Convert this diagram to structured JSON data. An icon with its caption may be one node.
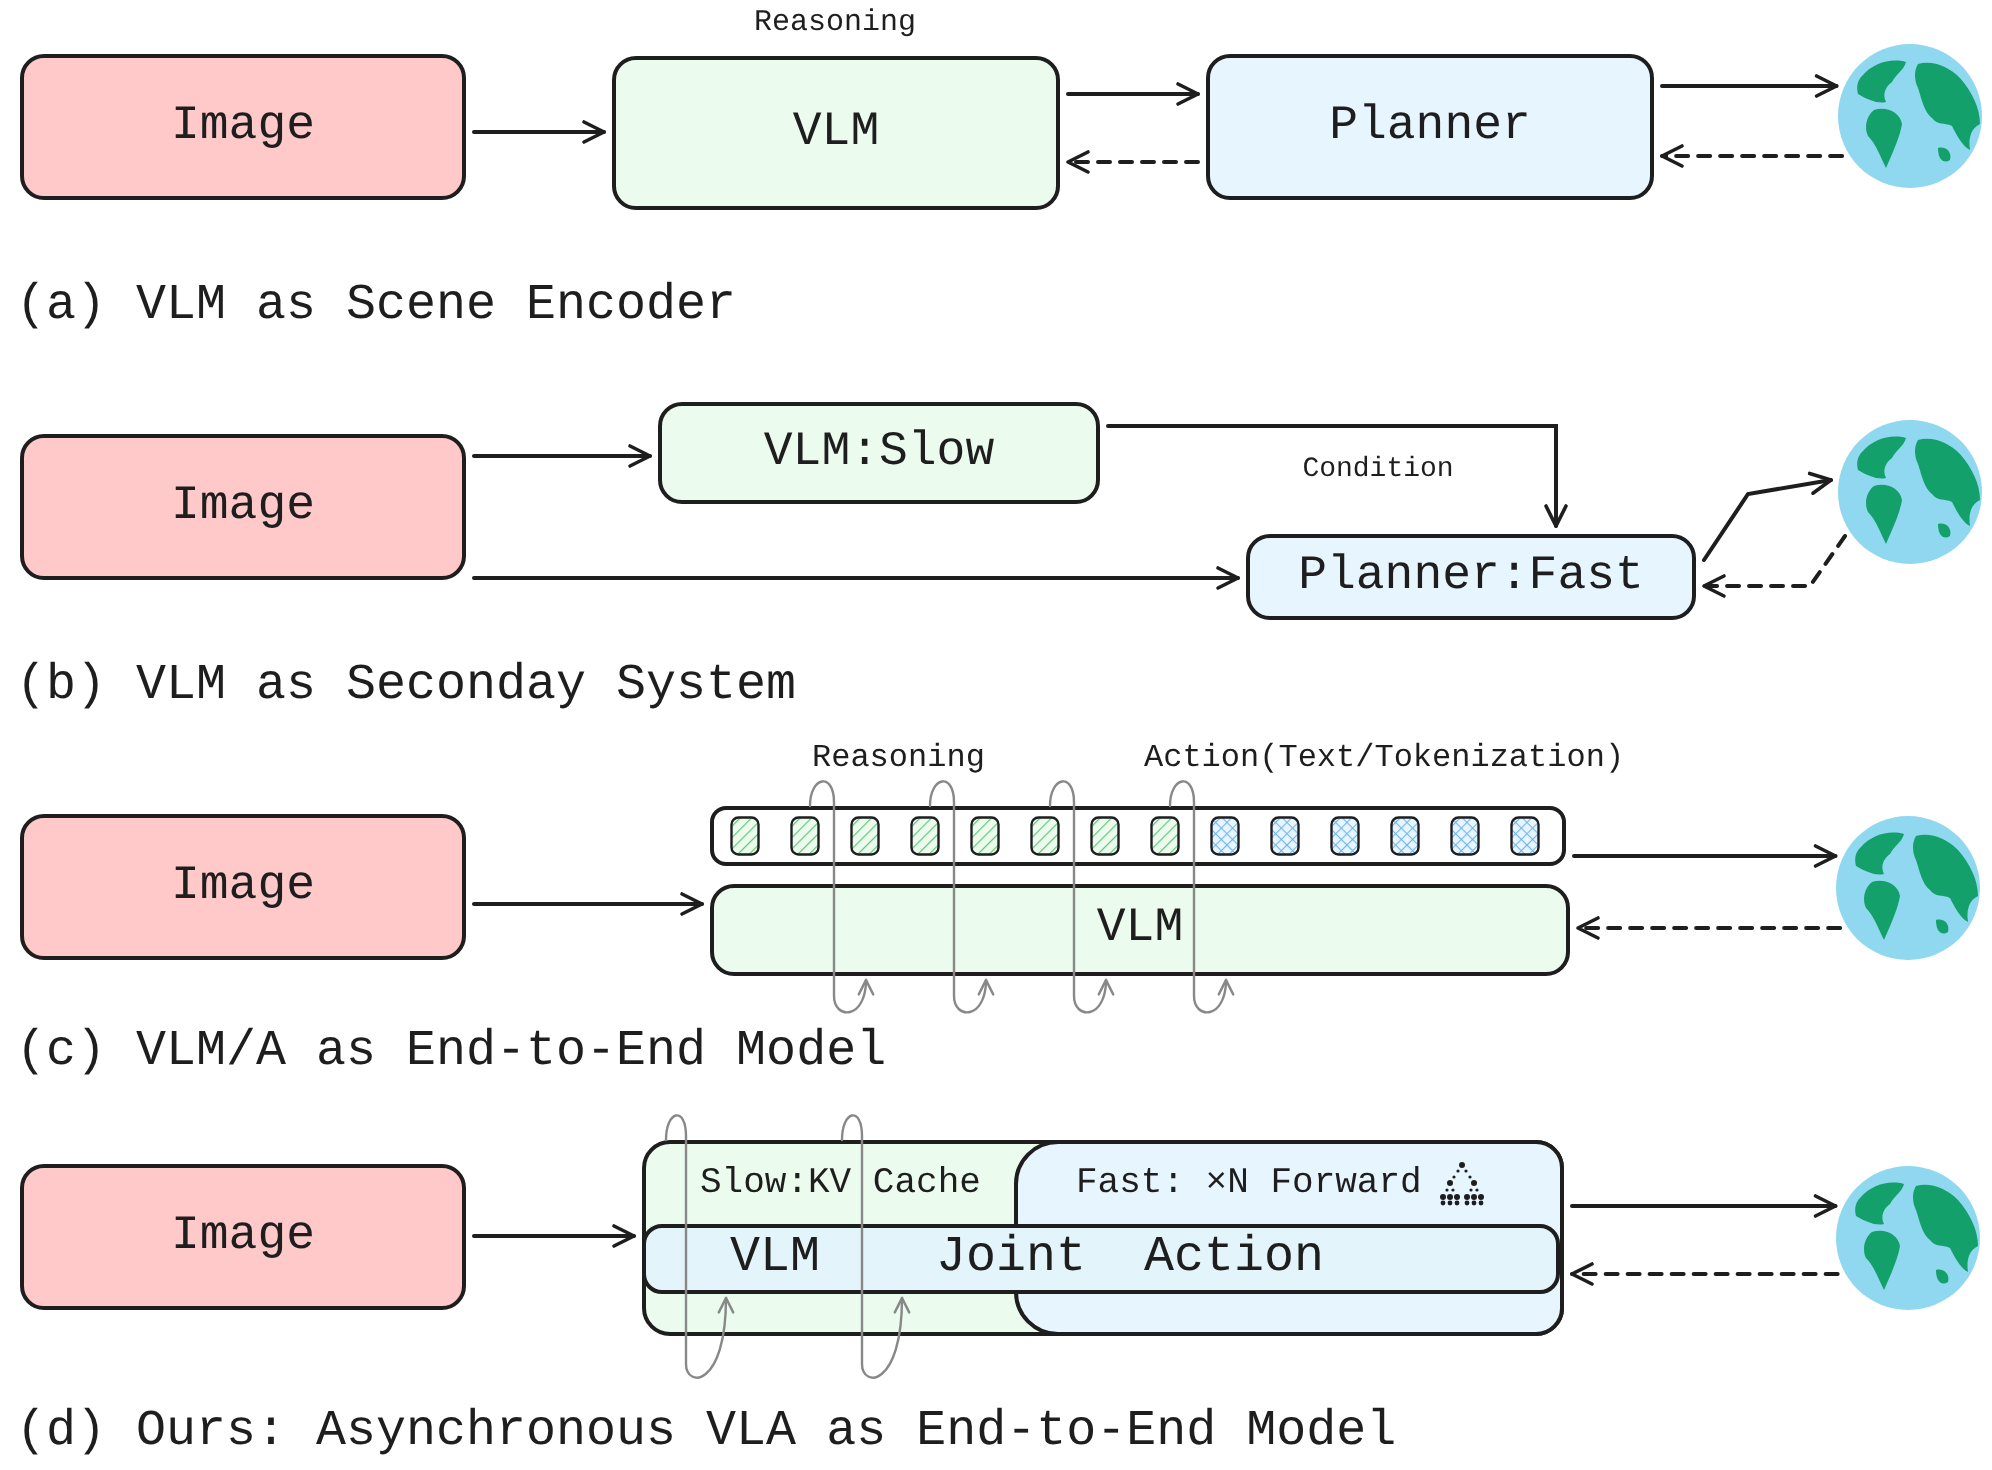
{
  "diagram": {
    "nodes": [
      {
        "text": [
          "Image"
        ]
      },
      {
        "text": [
          "VLM"
        ],
        "beside": [
          "Reasoning"
        ]
      },
      {
        "text": [
          "Planner"
        ]
      },
      {
        "text": [],
        "shape": "picture"
      },
      {
        "text": [
          "Image"
        ]
      },
      {
        "text": [
          "VLM:Slow"
        ]
      },
      {
        "text": [
          "Planner:Fast"
        ]
      },
      {
        "text": [],
        "shape": "picture"
      },
      {
        "text": [
          "Image"
        ]
      },
      {
        "text": [],
        "shape": "bar",
        "beside": [
          "Reasoning",
          "Action(Text/Tokenization)"
        ]
      },
      {
        "text": [
          "VLM"
        ]
      },
      {
        "text": [],
        "shape": "picture"
      },
      {
        "text": [
          "Image"
        ]
      },
      {
        "text": [
          "Slow:KV Cache"
        ]
      },
      {
        "text": [
          "Fast: ×N Forward"
        ],
        "in": 13
      },
      {
        "text": [
          "VLM",
          "Joint Action"
        ],
        "in": 13
      },
      {
        "text": [],
        "shape": "picture"
      }
    ],
    "edges": [
      {
        "from": 0,
        "to": 1,
        "arrow": "to"
      },
      {
        "from": 1,
        "to": 2,
        "arrow": "to"
      },
      {
        "from": 2,
        "to": 1,
        "arrow": "to",
        "style": "dashed"
      },
      {
        "from": 2,
        "to": 3,
        "arrow": "to"
      },
      {
        "from": 3,
        "to": 2,
        "arrow": "to",
        "style": "dashed"
      },
      {
        "from": 4,
        "to": 5,
        "arrow": "to"
      },
      {
        "from": 4,
        "to": 6,
        "arrow": "to"
      },
      {
        "from": 5,
        "to": 6,
        "arrow": "to",
        "label": "Condition"
      },
      {
        "from": 6,
        "to": 7,
        "arrow": "to"
      },
      {
        "from": 7,
        "to": 6,
        "arrow": "to",
        "style": "dashed"
      },
      {
        "from": 8,
        "to": 10,
        "arrow": "to"
      },
      {
        "from": 9,
        "to": 11,
        "arrow": "to"
      },
      {
        "from": 11,
        "to": 10,
        "arrow": "to",
        "style": "dashed"
      },
      {
        "from": 9,
        "to": 10,
        "arrow": "to",
        "color": "#888888"
      },
      {
        "from": 9,
        "to": 10,
        "arrow": "to",
        "color": "#888888"
      },
      {
        "from": 9,
        "to": 10,
        "arrow": "to",
        "color": "#888888"
      },
      {
        "from": 9,
        "to": 10,
        "arrow": "to",
        "color": "#888888"
      },
      {
        "from": 12,
        "to": 13,
        "arrow": "to"
      },
      {
        "from": 13,
        "to": 16,
        "arrow": "to"
      },
      {
        "from": 16,
        "to": 13,
        "arrow": "to",
        "style": "dashed"
      },
      {
        "from": 13,
        "to": 15,
        "arrow": "to",
        "color": "#888888"
      },
      {
        "from": 13,
        "to": 15,
        "arrow": "to",
        "color": "#888888"
      }
    ],
    "labels": [
      "(a) VLM as Scene Encoder",
      "(b) VLM as Seconday System",
      "(c) VLM/A as End-to-End Model",
      "(d) Ours: Asynchronous VLA as End-to-End Model"
    ]
  }
}
